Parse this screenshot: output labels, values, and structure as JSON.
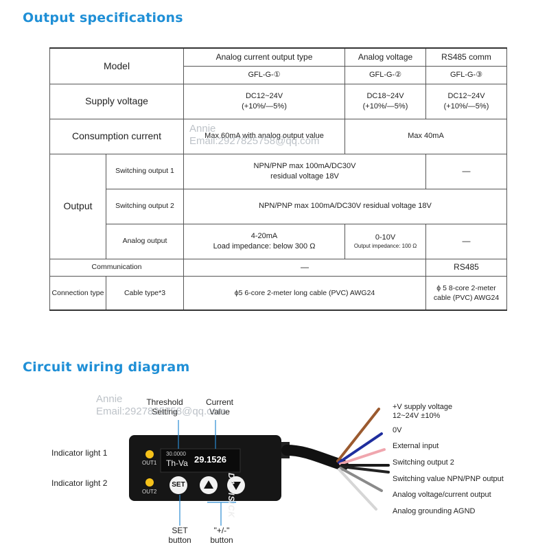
{
  "spec_section": {
    "title": "Output specifications",
    "header": {
      "model": "Model",
      "col1": "Analog current output type",
      "col2": "Analog voltage",
      "col3": "RS485 comm",
      "model1": "GFL-G-①",
      "model2": "GFL-G-②",
      "model3": "GFL-G-③"
    },
    "supply": {
      "label": "Supply voltage",
      "v1": "DC12~24V\n(+10%/—5%)",
      "v2": "DC18~24V\n(+10%/—5%)",
      "v3": "DC12~24V\n(+10%/—5%)"
    },
    "consumption": {
      "label": "Consumption current",
      "v1": "Max 60mA with analog output value",
      "v2": "Max 40mA"
    },
    "output": {
      "label": "Output",
      "sw1_label": "Switching output 1",
      "sw1_value": "NPN/PNP max 100mA/DC30V\nresidual voltage 18V",
      "sw1_rs485": "—",
      "sw2_label": "Switching output 2",
      "sw2_value": "NPN/PNP max 100mA/DC30V   residual voltage 18V",
      "analog_label": "Analog output",
      "analog_current": "4-20mA\nLoad impedance: below 300 Ω",
      "analog_voltage_main": "0-10V",
      "analog_voltage_sub": "Output impedance: 100 Ω",
      "analog_rs485": "—"
    },
    "communication": {
      "label": "Communication",
      "value": "—",
      "rs485": "RS485"
    },
    "connection": {
      "label": "Connection type",
      "sublabel": "Cable type*3",
      "value": "ϕ5  6-core 2-meter long cable (PVC) AWG24",
      "rs485": "ϕ 5  8-core 2-meter\ncable (PVC) AWG24"
    }
  },
  "watermarks": {
    "name": "Annie",
    "email": "Email:2927825758@qq.com"
  },
  "wiring_section": {
    "title": "Circuit wiring diagram",
    "callouts": {
      "threshold": "Threshold\nSetting",
      "current": "Current\nValue",
      "indicator1": "Indicator light 1",
      "indicator2": "Indicator light 2",
      "set_button": "SET\nbutton",
      "plus_minus_button": "\"+/-\"\nbutton"
    },
    "device": {
      "brand": "DADISICK",
      "threshold_value": "30.0000",
      "mode": "Th-Va",
      "current_value": "29.1526",
      "out1": "OUT1",
      "out2": "OUT2",
      "set_label": "SET",
      "up_icon": "triangle-up-icon",
      "down_icon": "triangle-down-icon",
      "body_color": "#161616",
      "led_color": "#f6c21a"
    },
    "wires": [
      {
        "label": "+V supply voltage\n12~24V  ±10%",
        "color": "#9b5a2f"
      },
      {
        "label": "0V",
        "color": "#1f2e9e"
      },
      {
        "label": "External input",
        "color": "#f0a6ae"
      },
      {
        "label": "Switching output 2",
        "color": "#1a1a1a"
      },
      {
        "label": "Switching value NPN/PNP output",
        "color": "#222222"
      },
      {
        "label": "Analog voltage/current output",
        "color": "#8a8a8a"
      },
      {
        "label": "Analog grounding AGND",
        "color": "#d6d6d6"
      }
    ]
  }
}
